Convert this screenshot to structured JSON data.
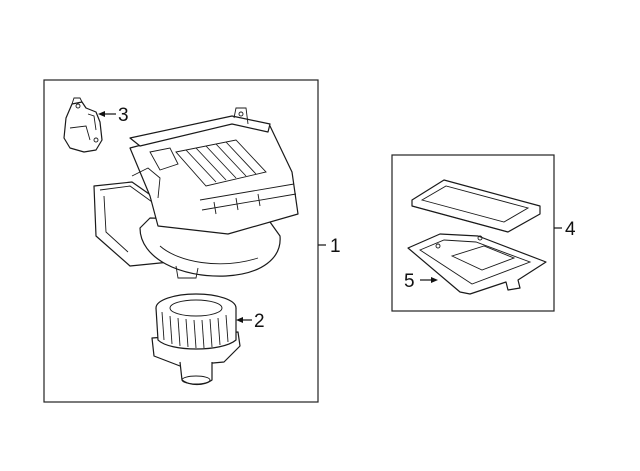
{
  "callouts": {
    "c1": "1",
    "c2": "2",
    "c3": "3",
    "c4": "4",
    "c5": "5"
  },
  "icons": {
    "blower_assembly": "blower-housing-assembly-icon",
    "blower_motor": "blower-motor-fan-icon",
    "resistor": "blower-resistor-icon",
    "filter_kit": "cabin-air-filter-kit-icon",
    "filter_cover": "filter-cover-icon"
  }
}
